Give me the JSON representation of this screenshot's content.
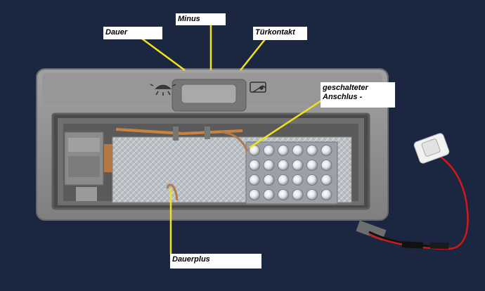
{
  "labels": {
    "dauer": "Dauer",
    "minus": "Minus",
    "tuerkontakt": "Türkontakt",
    "geschalteter_line1": "geschalteter",
    "geschalteter_line2": "Anschlus -",
    "dauerplus": "Dauerplus"
  },
  "colors": {
    "background": "#1b2740",
    "housing": "#8f8f8f",
    "leader_line": "#f2e21a",
    "wire_red": "#d4181a",
    "label_bg": "#ffffff"
  },
  "icons": [
    "dome-light-icon",
    "door-contact-icon",
    "switch-button",
    "led-array",
    "t10-bulb-socket"
  ]
}
